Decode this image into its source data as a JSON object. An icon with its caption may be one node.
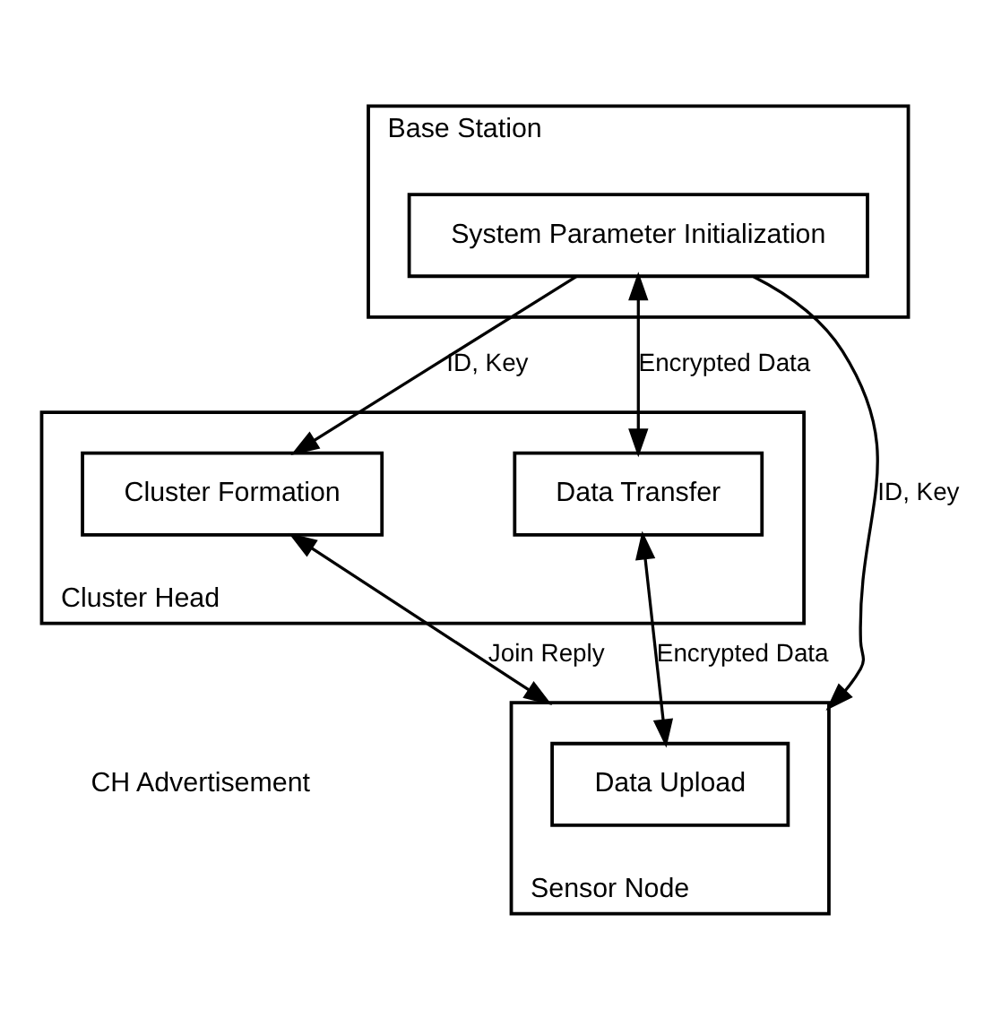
{
  "diagram": {
    "nodes": [
      {
        "text": [
          "Base Station"
        ]
      },
      {
        "text": [
          "System Parameter Initialization"
        ],
        "in": 0
      },
      {
        "text": [
          "Cluster Head"
        ]
      },
      {
        "text": [
          "Cluster Formation"
        ],
        "in": 2
      },
      {
        "text": [
          "Data Transfer"
        ],
        "in": 2
      },
      {
        "text": [
          "Sensor Node"
        ]
      },
      {
        "text": [
          "Data Upload"
        ],
        "in": 5
      }
    ],
    "edges": [
      {
        "from": 1,
        "to": 3,
        "arrow": "to",
        "label": "ID, Key"
      },
      {
        "from": 1,
        "to": 5,
        "arrow": "to",
        "label": "ID, Key"
      },
      {
        "from": 1,
        "to": 4,
        "arrow": "both",
        "label": "Encrypted Data"
      },
      {
        "from": 3,
        "to": 5,
        "arrow": "both",
        "label": "Join Reply"
      },
      {
        "from": 4,
        "to": 6,
        "arrow": "both",
        "label": "Encrypted Data"
      }
    ],
    "labels": [
      "CH Advertisement"
    ]
  }
}
